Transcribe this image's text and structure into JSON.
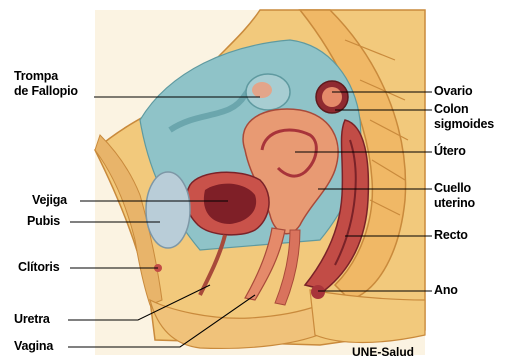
{
  "labels": {
    "trompa": [
      "Trompa",
      "de Fallopio"
    ],
    "ovario": "Ovario",
    "colon": [
      "Colon",
      "sigmoides"
    ],
    "utero": "Útero",
    "vejiga": "Vejiga",
    "pubis": "Pubis",
    "cuello": [
      "Cuello",
      "uterino"
    ],
    "recto": "Recto",
    "clitoris": "Clítoris",
    "ano": "Ano",
    "uretra": "Uretra",
    "vagina": "Vagina"
  },
  "credit": "UNE-Salud",
  "colors": {
    "skin": "#f2c97c",
    "skin_dark": "#e0a34f",
    "pelvic_bg": "#8fc3c8",
    "organ_pink": "#d9735d",
    "organ_red": "#a8343a",
    "bone_blue": "#b9cdd8",
    "uterus": "#e89a73"
  }
}
